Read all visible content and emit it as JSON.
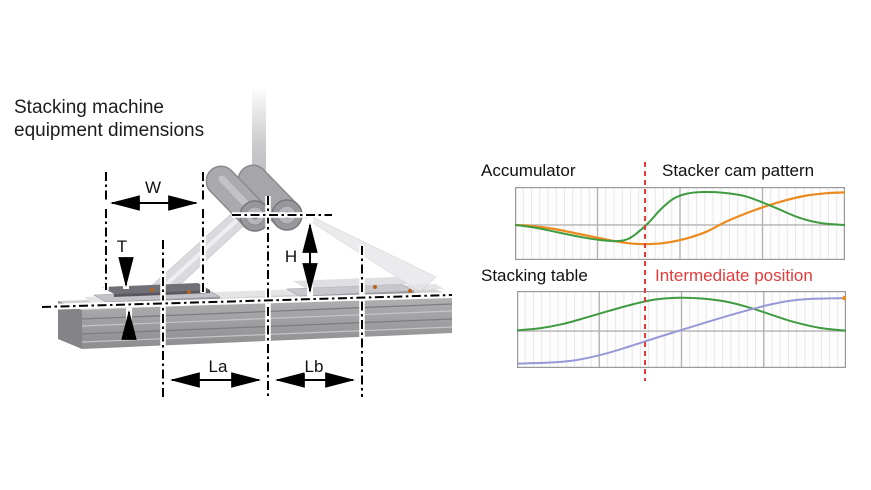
{
  "title": {
    "line1": "Stacking machine",
    "line2": "equipment dimensions"
  },
  "diagram": {
    "labels": {
      "width": "W",
      "thickness": "T",
      "height": "H",
      "length_a": "La",
      "length_b": "Lb"
    }
  },
  "charts": {
    "top": {
      "label_left": "Accumulator",
      "label_right": "Stacker cam pattern"
    },
    "bottom": {
      "label_left": "Stacking table",
      "label_right": "Intermediate position"
    },
    "intermediate_label_color": "#e23c3c",
    "red_dashed_line_color": "#e23c3c"
  },
  "chart_data": [
    {
      "type": "line",
      "title_left": "Accumulator",
      "title_right": "Stacker cam pattern",
      "x_range": [
        0,
        1
      ],
      "y_range": [
        -1,
        1
      ],
      "grid": {
        "minor_x_divisions": 40,
        "major_x_divisions": 4,
        "mid_line": true,
        "minor_color": "#e7e7e7",
        "major_color": "#b3b3b3",
        "border_color": "#999999"
      },
      "annotations": [
        {
          "type": "vline",
          "x": 0.39,
          "style": "dashed",
          "color": "#e23c3c"
        }
      ],
      "series": [
        {
          "name": "orange-curve",
          "color": "#ec8a1e",
          "width": 2.2,
          "x": [
            0,
            0.05,
            0.12,
            0.2,
            0.28,
            0.34,
            0.39,
            0.45,
            0.52,
            0.58,
            0.64,
            0.72,
            0.8,
            0.88,
            0.95,
            1.0
          ],
          "y": [
            0,
            -0.03,
            -0.12,
            -0.28,
            -0.44,
            -0.54,
            -0.57,
            -0.54,
            -0.4,
            -0.2,
            0.1,
            0.42,
            0.68,
            0.87,
            0.95,
            0.97
          ]
        },
        {
          "name": "green-curve",
          "color": "#3f9b3f",
          "width": 2,
          "x": [
            0,
            0.06,
            0.13,
            0.2,
            0.26,
            0.31,
            0.35,
            0.4,
            0.44,
            0.48,
            0.52,
            0.57,
            0.63,
            0.7,
            0.78,
            0.86,
            0.93,
            1.0
          ],
          "y": [
            0,
            -0.08,
            -0.22,
            -0.36,
            -0.45,
            -0.48,
            -0.38,
            0.02,
            0.45,
            0.78,
            0.93,
            0.98,
            0.96,
            0.85,
            0.55,
            0.22,
            0.05,
            0.0
          ]
        }
      ]
    },
    {
      "type": "line",
      "title_left": "Stacking table",
      "title_right": "Intermediate position",
      "x_range": [
        0,
        1
      ],
      "y_range": [
        -1,
        1
      ],
      "grid": {
        "minor_x_divisions": 40,
        "major_x_divisions": 4,
        "mid_line": true,
        "minor_color": "#e7e7e7",
        "major_color": "#b3b3b3",
        "border_color": "#999999"
      },
      "annotations": [
        {
          "type": "vline",
          "x": 0.39,
          "style": "dashed",
          "color": "#e23c3c"
        }
      ],
      "series": [
        {
          "name": "green-curve",
          "color": "#3f9b3f",
          "width": 2,
          "x": [
            0,
            0.07,
            0.14,
            0.21,
            0.28,
            0.35,
            0.42,
            0.49,
            0.56,
            0.63,
            0.7,
            0.77,
            0.84,
            0.92,
            1.0
          ],
          "y": [
            0.02,
            0.08,
            0.2,
            0.38,
            0.57,
            0.75,
            0.89,
            0.94,
            0.92,
            0.84,
            0.68,
            0.47,
            0.26,
            0.09,
            0.01
          ]
        },
        {
          "name": "purple-curve",
          "color": "#9898d8",
          "width": 2,
          "x": [
            0,
            0.1,
            0.18,
            0.26,
            0.34,
            0.42,
            0.5,
            0.58,
            0.66,
            0.74,
            0.82,
            0.9,
            1.0
          ],
          "y": [
            -0.92,
            -0.89,
            -0.82,
            -0.66,
            -0.44,
            -0.2,
            0.03,
            0.26,
            0.48,
            0.68,
            0.84,
            0.91,
            0.93
          ],
          "end_marker_color": "#ec8a1e"
        }
      ]
    }
  ]
}
